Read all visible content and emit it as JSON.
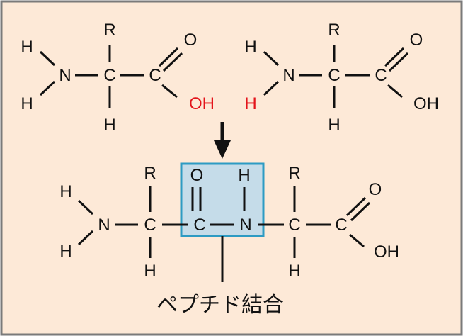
{
  "colors": {
    "background": "#fde9d7",
    "frame": "#7a7a7a",
    "ink": "#111111",
    "highlight_atoms": "#e3141b",
    "peptide_box_fill": "#c5dce9",
    "peptide_box_stroke": "#2d9bc3"
  },
  "molecule1": {
    "h_top": "H",
    "h_bottom": "H",
    "n": "N",
    "r": "R",
    "c_alpha": "C",
    "h_alpha": "H",
    "c_carboxyl": "C",
    "o_double": "O",
    "oh": "OH"
  },
  "molecule2": {
    "h_top": "H",
    "h_bottom": "H",
    "n": "N",
    "r": "R",
    "c_alpha": "C",
    "h_alpha": "H",
    "c_carboxyl": "C",
    "o_double": "O",
    "oh": "OH"
  },
  "dipeptide": {
    "h_top": "H",
    "h_bottom": "H",
    "n1": "N",
    "r1": "R",
    "c_alpha1": "C",
    "h_alpha1": "H",
    "o_bond": "O",
    "c_bond": "C",
    "h_bond": "H",
    "n_bond": "N",
    "r2": "R",
    "c_alpha2": "C",
    "h_alpha2": "H",
    "c_carboxyl": "C",
    "o_double": "O",
    "oh": "OH"
  },
  "caption": "ペプチド結合"
}
